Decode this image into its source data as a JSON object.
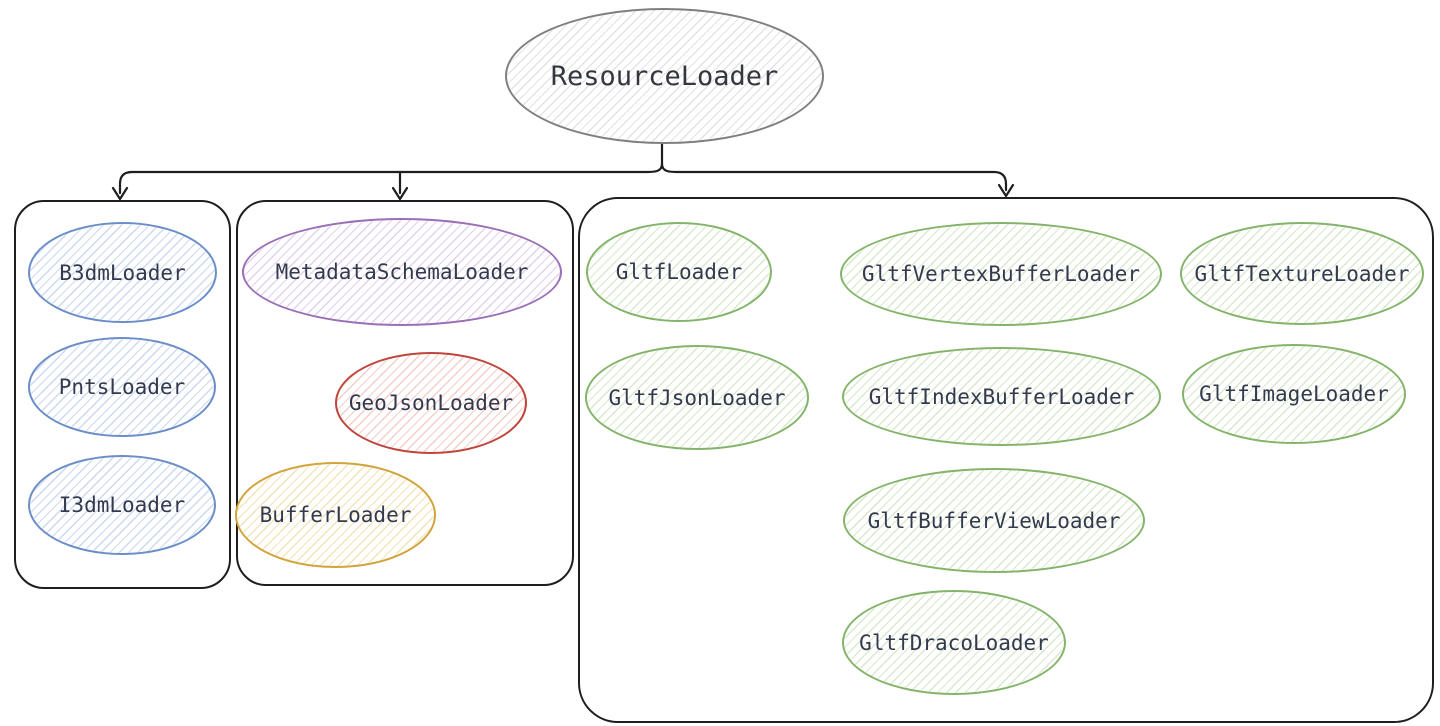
{
  "root": {
    "label": "ResourceLoader",
    "theme": "gray"
  },
  "groups": [
    {
      "name": "tile-content-loaders",
      "nodes": [
        {
          "label": "B3dmLoader",
          "theme": "blue"
        },
        {
          "label": "PntsLoader",
          "theme": "blue"
        },
        {
          "label": "I3dmLoader",
          "theme": "blue"
        }
      ]
    },
    {
      "name": "metadata-and-buffer-loaders",
      "nodes": [
        {
          "label": "MetadataSchemaLoader",
          "theme": "purple"
        },
        {
          "label": "GeoJsonLoader",
          "theme": "red"
        },
        {
          "label": "BufferLoader",
          "theme": "yellow"
        }
      ]
    },
    {
      "name": "gltf-loaders",
      "nodes": [
        {
          "label": "GltfLoader",
          "theme": "green"
        },
        {
          "label": "GltfVertexBufferLoader",
          "theme": "green"
        },
        {
          "label": "GltfTextureLoader",
          "theme": "green"
        },
        {
          "label": "GltfJsonLoader",
          "theme": "green"
        },
        {
          "label": "GltfIndexBufferLoader",
          "theme": "green"
        },
        {
          "label": "GltfImageLoader",
          "theme": "green"
        },
        {
          "label": "GltfBufferViewLoader",
          "theme": "green"
        },
        {
          "label": "GltfDracoLoader",
          "theme": "green"
        }
      ]
    }
  ],
  "edges": [
    {
      "from": "ResourceLoader",
      "to": "tile-content-loaders"
    },
    {
      "from": "ResourceLoader",
      "to": "metadata-and-buffer-loaders"
    },
    {
      "from": "ResourceLoader",
      "to": "gltf-loaders"
    }
  ],
  "colors": {
    "outline_black": "#1e1e1e",
    "gray": "#7f7f7f",
    "blue": "#6b8ec9",
    "purple": "#9a6fb5",
    "red": "#c0453c",
    "yellow": "#d2a43c",
    "green": "#84b469",
    "label_text": "#343a4e"
  }
}
